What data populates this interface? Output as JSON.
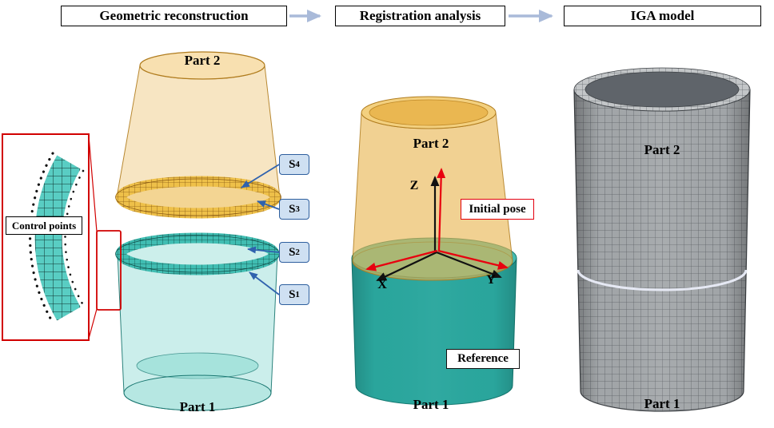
{
  "header": {
    "steps": [
      {
        "label": "Geometric reconstruction"
      },
      {
        "label": "Registration analysis"
      },
      {
        "label": "IGA model"
      }
    ]
  },
  "left": {
    "part2_label": "Part 2",
    "part1_label": "Part 1",
    "callout_label": "Control points",
    "surface_labels": [
      {
        "base": "S",
        "sub": "4"
      },
      {
        "base": "S",
        "sub": "3"
      },
      {
        "base": "S",
        "sub": "2"
      },
      {
        "base": "S",
        "sub": "1"
      }
    ]
  },
  "middle": {
    "part2_label": "Part 2",
    "part1_label": "Part 1",
    "axis_labels": {
      "x": "X",
      "y": "Y",
      "z": "Z"
    },
    "initial_pose_label": "Initial pose",
    "reference_label": "Reference"
  },
  "right": {
    "part2_label": "Part 2",
    "part1_label": "Part 1"
  },
  "colors": {
    "part1_teal": "#2aa79e",
    "part2_orange": "#e9b54f",
    "iga_gray": "#a4a8ab",
    "label_box_blue": "#cfe0f2",
    "label_box_border": "#2e5f9e",
    "callout_red": "#d10000",
    "axis_red": "#e8000f",
    "header_arrow_blue": "#a9bad9"
  }
}
